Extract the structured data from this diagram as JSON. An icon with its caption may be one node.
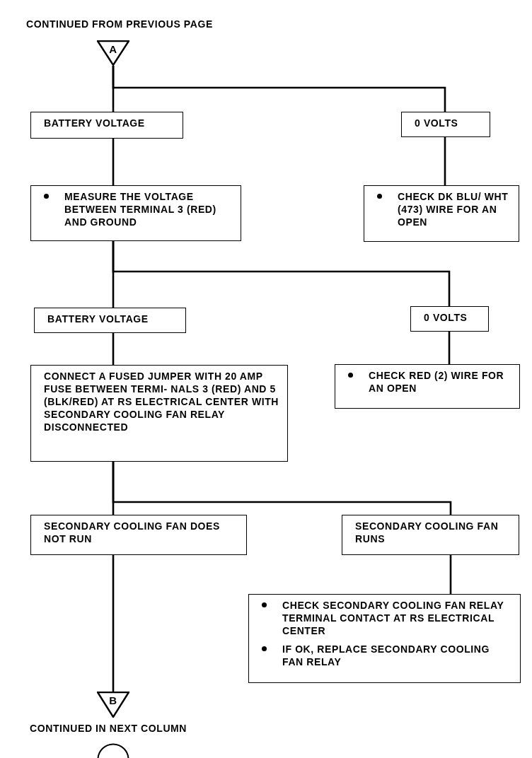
{
  "diagram": {
    "nodes": [
      {
        "text": [
          "A"
        ],
        "beside": [
          "CONTINUED FROM PREVIOUS PAGE"
        ]
      },
      {
        "text": [
          "BATTERY VOLTAGE"
        ]
      },
      {
        "text": [
          "0 VOLTS"
        ]
      },
      {
        "text": [
          "MEASURE THE VOLTAGE BETWEEN TERMINAL 3 (RED) AND GROUND"
        ]
      },
      {
        "text": [
          "CHECK DK BLU/ WHT (473) WIRE FOR AN OPEN"
        ]
      },
      {
        "text": [
          "BATTERY VOLTAGE"
        ]
      },
      {
        "text": [
          "0 VOLTS"
        ]
      },
      {
        "text": [
          "CONNECT A FUSED JUMPER WITH 20 AMP FUSE BETWEEN TERMI- NALS 3 (RED) AND 5 (BLK/RED) AT RS ELECTRICAL CENTER WITH SECONDARY COOLING FAN RELAY DISCONNECTED"
        ]
      },
      {
        "text": [
          "CHECK RED (2) WIRE FOR AN OPEN"
        ]
      },
      {
        "text": [
          "SECONDARY COOLING FAN DOES NOT RUN"
        ]
      },
      {
        "text": [
          "SECONDARY COOLING FAN RUNS"
        ]
      },
      {
        "text": [
          "CHECK SECONDARY COOLING FAN RELAY TERMINAL CONTACT AT RS ELECTRICAL CENTER",
          "IF OK, REPLACE SECONDARY COOLING FAN RELAY"
        ]
      },
      {
        "text": [
          "B"
        ],
        "beside": [
          "CONTINUED IN NEXT COLUMN"
        ]
      },
      {
        "text": [],
        "shape": "circle"
      }
    ],
    "edges": [
      {
        "from": 0,
        "to": 1,
        "arrow": "none"
      },
      {
        "from": 0,
        "to": 2,
        "arrow": "none"
      },
      {
        "from": 1,
        "to": 3,
        "arrow": "none"
      },
      {
        "from": 2,
        "to": 4,
        "arrow": "none"
      },
      {
        "from": 3,
        "to": 5,
        "arrow": "none"
      },
      {
        "from": 3,
        "to": 6,
        "arrow": "none"
      },
      {
        "from": 5,
        "to": 7,
        "arrow": "none"
      },
      {
        "from": 6,
        "to": 8,
        "arrow": "none"
      },
      {
        "from": 7,
        "to": 9,
        "arrow": "none"
      },
      {
        "from": 7,
        "to": 10,
        "arrow": "none"
      },
      {
        "from": 10,
        "to": 11,
        "arrow": "none"
      },
      {
        "from": 9,
        "to": 12,
        "arrow": "none"
      }
    ]
  }
}
